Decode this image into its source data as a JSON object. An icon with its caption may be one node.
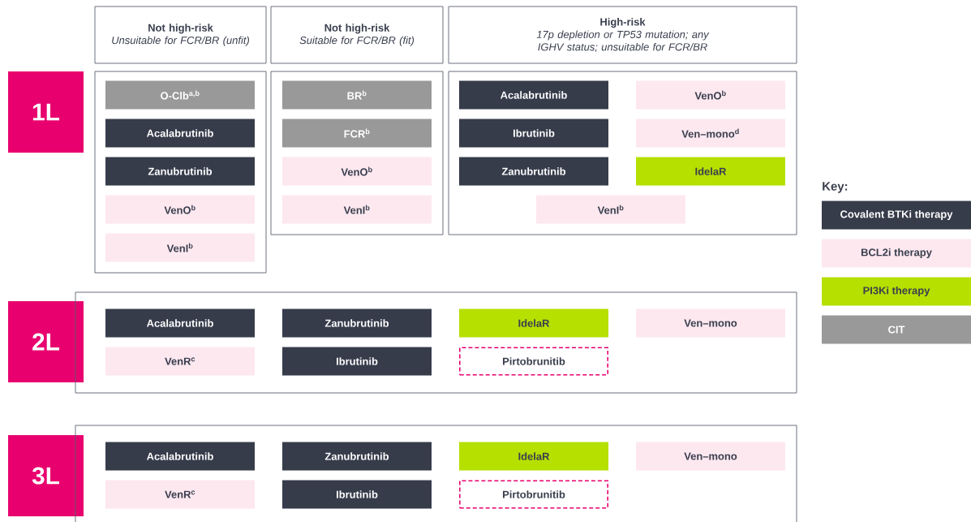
{
  "diagram": {
    "nodes": [
      {
        "text": [
          "Not high-risk",
          "Unsuitable for FCR/BR (unfit)"
        ]
      },
      {
        "text": [
          "Not high-risk",
          "Suitable for FCR/BR (fit)"
        ]
      },
      {
        "text": [
          "High-risk",
          "17p depletion or TP53 mutation; any IGHV status; unsuitable for FCR/BR"
        ]
      },
      {
        "text": [
          "1L"
        ]
      },
      {
        "text": [],
        "shape": "box"
      },
      {
        "text": [
          "O-Clb$^{a,b}$"
        ],
        "in": 4
      },
      {
        "text": [
          "Acalabrutinib"
        ],
        "in": 4
      },
      {
        "text": [
          "Zanubrutinib"
        ],
        "in": 4
      },
      {
        "text": [
          "VenO$^{b}$"
        ],
        "in": 4
      },
      {
        "text": [
          "VenI$^{b}$"
        ],
        "in": 4
      },
      {
        "text": [],
        "shape": "box"
      },
      {
        "text": [
          "BR$^{b}$"
        ],
        "in": 10
      },
      {
        "text": [
          "FCR$^{b}$"
        ],
        "in": 10
      },
      {
        "text": [
          "VenO$^{b}$"
        ],
        "in": 10
      },
      {
        "text": [
          "VenI$^{b}$"
        ],
        "in": 10
      },
      {
        "text": [],
        "shape": "box"
      },
      {
        "text": [
          "Acalabrutinib"
        ],
        "in": 15
      },
      {
        "text": [
          "VenO$^{b}$"
        ],
        "in": 15
      },
      {
        "text": [
          "Ibrutinib"
        ],
        "in": 15
      },
      {
        "text": [
          "Ven–mono$^{d}$"
        ],
        "in": 15
      },
      {
        "text": [
          "Zanubrutinib"
        ],
        "in": 15
      },
      {
        "text": [
          "IdelaR"
        ],
        "in": 15
      },
      {
        "text": [
          "VenI$^{b}$"
        ],
        "in": 15
      },
      {
        "text": [
          "2L"
        ]
      },
      {
        "text": [],
        "shape": "box"
      },
      {
        "text": [
          "Acalabrutinib"
        ],
        "in": 24
      },
      {
        "text": [
          "Zanubrutinib"
        ],
        "in": 24
      },
      {
        "text": [
          "IdelaR"
        ],
        "in": 24
      },
      {
        "text": [
          "Ven–mono"
        ],
        "in": 24
      },
      {
        "text": [
          "VenR$^{c}$"
        ],
        "in": 24
      },
      {
        "text": [
          "Ibrutinib"
        ],
        "in": 24
      },
      {
        "text": [
          "Pirtobrunitib"
        ],
        "in": 24
      },
      {
        "text": [
          "3L"
        ]
      },
      {
        "text": [],
        "shape": "box"
      },
      {
        "text": [
          "Acalabrutinib"
        ],
        "in": 33
      },
      {
        "text": [
          "Zanubrutinib"
        ],
        "in": 33
      },
      {
        "text": [
          "IdelaR"
        ],
        "in": 33
      },
      {
        "text": [
          "Ven–mono"
        ],
        "in": 33
      },
      {
        "text": [
          "VenR$^{c}$"
        ],
        "in": 33
      },
      {
        "text": [
          "Ibrutinib"
        ],
        "in": 33
      },
      {
        "text": [
          "Pirtobrunitib"
        ],
        "in": 33
      }
    ],
    "labels": [
      "Key:"
    ],
    "legend": [
      {
        "text": "Covalent BTKi therapy",
        "color": "#373c4b"
      },
      {
        "text": "BCL2i therapy",
        "color": "#fde8f0"
      },
      {
        "text": "PI3Ki therapy",
        "color": "#b5e000"
      },
      {
        "text": "CIT",
        "color": "#999999"
      }
    ]
  }
}
